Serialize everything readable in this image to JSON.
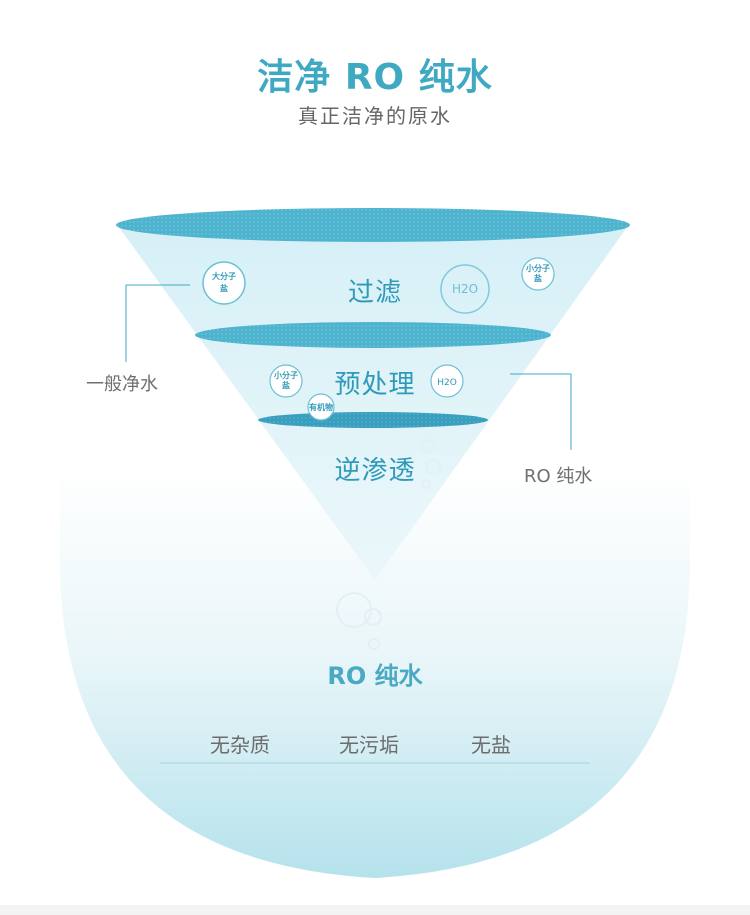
{
  "header": {
    "title": "洁净 RO 纯水",
    "subtitle": "真正洁净的原水"
  },
  "funnel": {
    "stages": [
      {
        "label": "过滤"
      },
      {
        "label": "预处理"
      },
      {
        "label": "逆渗透"
      }
    ],
    "bubbles": {
      "large_molecule_salt_1": "大分子",
      "large_molecule_salt_2": "盐",
      "h2o_top": "H2O",
      "small_molecule_salt_top_1": "小分子",
      "small_molecule_salt_top_2": "盐",
      "small_molecule_salt_mid_1": "小分子",
      "small_molecule_salt_mid_2": "盐",
      "h2o_mid": "H2O",
      "organic": "有机物"
    }
  },
  "callouts": {
    "left": "一般净水",
    "right": "RO 纯水"
  },
  "result": {
    "title": "RO 纯水",
    "features": [
      "无杂质",
      "无污垢",
      "无盐"
    ]
  },
  "colors": {
    "accent": "#3fa9c2",
    "disc": "#4db3cf",
    "disc_dark": "#3a9fbf",
    "funnel_fill": "#d7f0f5"
  }
}
